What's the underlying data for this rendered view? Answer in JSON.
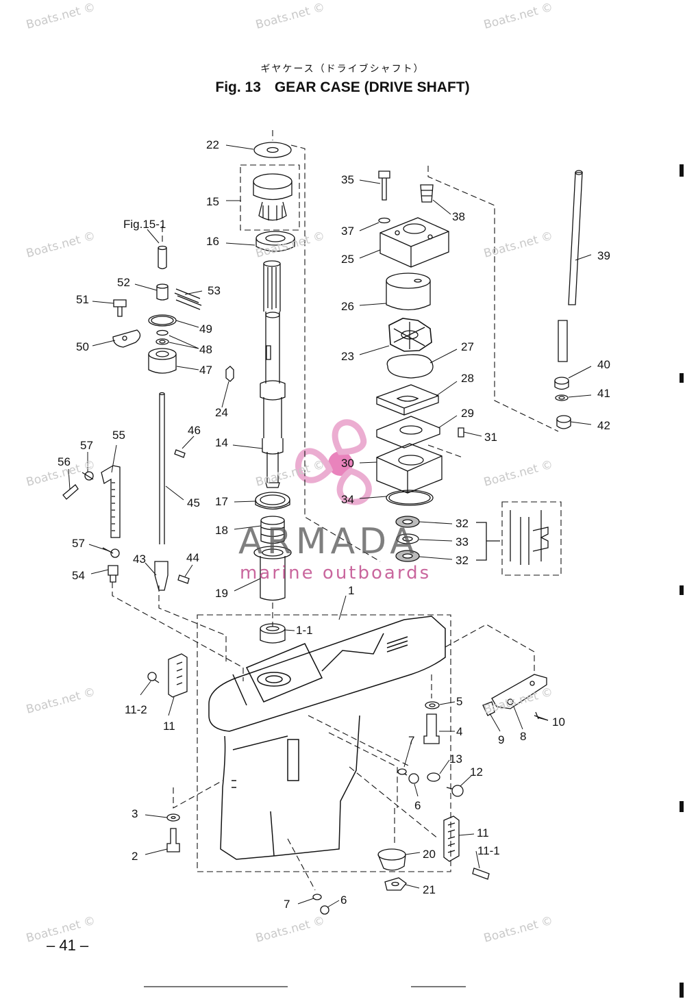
{
  "header": {
    "title_jp": "ギヤケース（ドライブシャフト）",
    "fig_label": "Fig. 13",
    "title_en": "GEAR CASE   (DRIVE SHAFT)"
  },
  "reference": "Fig.15-1",
  "page_number": "– 41 –",
  "watermark": {
    "text": "Boats.net ©",
    "brand": "ARMADA",
    "brand_sub": "marine outboards",
    "brand_color": "#e592c2"
  },
  "callouts": [
    {
      "id": "c22",
      "text": "22"
    },
    {
      "id": "c15",
      "text": "15"
    },
    {
      "id": "c16",
      "text": "16"
    },
    {
      "id": "c52",
      "text": "52"
    },
    {
      "id": "c53",
      "text": "53"
    },
    {
      "id": "c51",
      "text": "51"
    },
    {
      "id": "c49",
      "text": "49"
    },
    {
      "id": "c48",
      "text": "48"
    },
    {
      "id": "c50",
      "text": "50"
    },
    {
      "id": "c47",
      "text": "47"
    },
    {
      "id": "c24",
      "text": "24"
    },
    {
      "id": "c46",
      "text": "46"
    },
    {
      "id": "c55",
      "text": "55"
    },
    {
      "id": "c57a",
      "text": "57"
    },
    {
      "id": "c56",
      "text": "56"
    },
    {
      "id": "c45",
      "text": "45"
    },
    {
      "id": "c14",
      "text": "14"
    },
    {
      "id": "c17",
      "text": "17"
    },
    {
      "id": "c18",
      "text": "18"
    },
    {
      "id": "c57b",
      "text": "57"
    },
    {
      "id": "c54",
      "text": "54"
    },
    {
      "id": "c43",
      "text": "43"
    },
    {
      "id": "c44",
      "text": "44"
    },
    {
      "id": "c19",
      "text": "19"
    },
    {
      "id": "c1",
      "text": "1"
    },
    {
      "id": "c1_1",
      "text": "1-1"
    },
    {
      "id": "c35",
      "text": "35"
    },
    {
      "id": "c38",
      "text": "38"
    },
    {
      "id": "c37",
      "text": "37"
    },
    {
      "id": "c25",
      "text": "25"
    },
    {
      "id": "c26",
      "text": "26"
    },
    {
      "id": "c27",
      "text": "27"
    },
    {
      "id": "c23",
      "text": "23"
    },
    {
      "id": "c28",
      "text": "28"
    },
    {
      "id": "c29",
      "text": "29"
    },
    {
      "id": "c31",
      "text": "31"
    },
    {
      "id": "c30",
      "text": "30"
    },
    {
      "id": "c34",
      "text": "34"
    },
    {
      "id": "c32a",
      "text": "32"
    },
    {
      "id": "c33",
      "text": "33"
    },
    {
      "id": "c32b",
      "text": "32"
    },
    {
      "id": "c39",
      "text": "39"
    },
    {
      "id": "c40",
      "text": "40"
    },
    {
      "id": "c41",
      "text": "41"
    },
    {
      "id": "c42",
      "text": "42"
    },
    {
      "id": "c11_2",
      "text": "11-2"
    },
    {
      "id": "c11a",
      "text": "11"
    },
    {
      "id": "c5",
      "text": "5"
    },
    {
      "id": "c4",
      "text": "4"
    },
    {
      "id": "c9",
      "text": "9"
    },
    {
      "id": "c8",
      "text": "8"
    },
    {
      "id": "c10",
      "text": "10"
    },
    {
      "id": "c7a",
      "text": "7"
    },
    {
      "id": "c13",
      "text": "13"
    },
    {
      "id": "c12",
      "text": "12"
    },
    {
      "id": "c6a",
      "text": "6"
    },
    {
      "id": "c3",
      "text": "3"
    },
    {
      "id": "c2",
      "text": "2"
    },
    {
      "id": "c11b",
      "text": "11"
    },
    {
      "id": "c11_1",
      "text": "11-1"
    },
    {
      "id": "c20",
      "text": "20"
    },
    {
      "id": "c21",
      "text": "21"
    },
    {
      "id": "c7b",
      "text": "7"
    },
    {
      "id": "c6b",
      "text": "6"
    }
  ]
}
